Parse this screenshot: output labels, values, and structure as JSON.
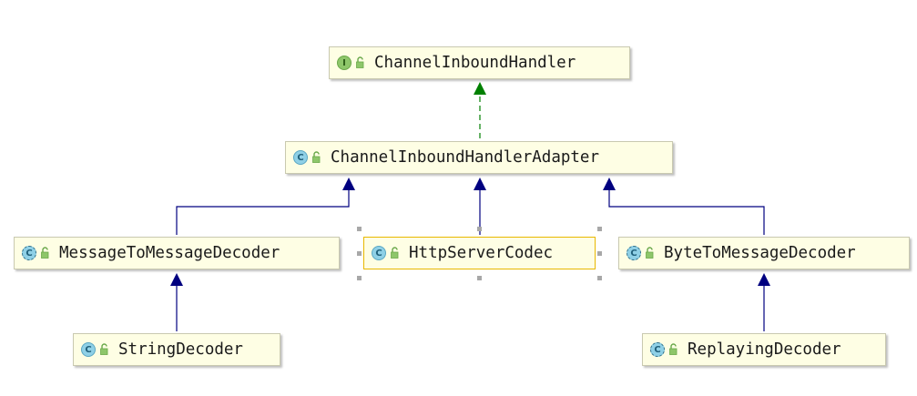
{
  "diagram": {
    "nodes": [
      {
        "id": "channel-inbound-handler",
        "label": "ChannelInboundHandler",
        "kind": "interface",
        "badge": "I"
      },
      {
        "id": "channel-inbound-handler-adapter",
        "label": "ChannelInboundHandlerAdapter",
        "kind": "class",
        "badge": "C"
      },
      {
        "id": "message-to-message-decoder",
        "label": "MessageToMessageDecoder",
        "kind": "abstract-class",
        "badge": "C"
      },
      {
        "id": "http-server-codec",
        "label": "HttpServerCodec",
        "kind": "class",
        "badge": "C",
        "selected": true
      },
      {
        "id": "byte-to-message-decoder",
        "label": "ByteToMessageDecoder",
        "kind": "abstract-class",
        "badge": "C"
      },
      {
        "id": "string-decoder",
        "label": "StringDecoder",
        "kind": "class",
        "badge": "C"
      },
      {
        "id": "replaying-decoder",
        "label": "ReplayingDecoder",
        "kind": "abstract-class",
        "badge": "C"
      }
    ],
    "edges": [
      {
        "from": "channel-inbound-handler-adapter",
        "to": "channel-inbound-handler",
        "type": "implements"
      },
      {
        "from": "message-to-message-decoder",
        "to": "channel-inbound-handler-adapter",
        "type": "extends"
      },
      {
        "from": "http-server-codec",
        "to": "channel-inbound-handler-adapter",
        "type": "extends"
      },
      {
        "from": "byte-to-message-decoder",
        "to": "channel-inbound-handler-adapter",
        "type": "extends"
      },
      {
        "from": "string-decoder",
        "to": "message-to-message-decoder",
        "type": "extends"
      },
      {
        "from": "replaying-decoder",
        "to": "byte-to-message-decoder",
        "type": "extends"
      }
    ],
    "colors": {
      "extends": "#000080",
      "implements": "#008000",
      "node_fill": "#fefee4",
      "selected_border": "#e8b800"
    }
  }
}
